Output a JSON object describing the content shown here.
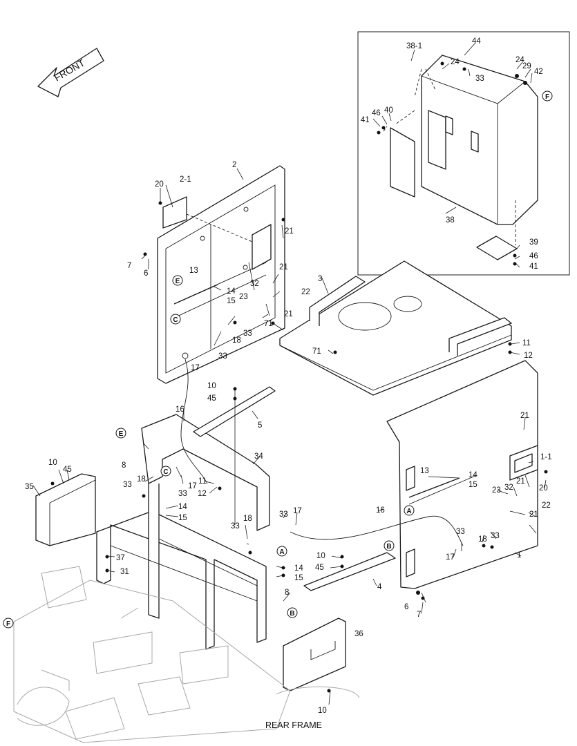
{
  "front_label": "FRONT",
  "rear_frame_label": "REAR FRAME",
  "callouts": {
    "A": "A",
    "B": "B",
    "C": "C",
    "E": "E",
    "F": "F"
  },
  "parts": {
    "p1": "1",
    "p1_1": "1-1",
    "p2": "2",
    "p2_1": "2-1",
    "p3": "3",
    "p4": "4",
    "p5": "5",
    "p6": "6",
    "p7": "7",
    "p8": "8",
    "p10": "10",
    "p11": "11",
    "p12": "12",
    "p13": "13",
    "p14": "14",
    "p15": "15",
    "p16": "16",
    "p17": "17",
    "p18": "18",
    "p20": "20",
    "p21": "21",
    "p22": "22",
    "p23": "23",
    "p24": "24",
    "p29": "29",
    "p31": "31",
    "p32": "32",
    "p33": "33",
    "p34": "34",
    "p35": "35",
    "p36": "36",
    "p37": "37",
    "p38": "38",
    "p38_1": "38-1",
    "p39": "39",
    "p40": "40",
    "p41": "41",
    "p42": "42",
    "p44": "44",
    "p45": "45",
    "p46": "46",
    "p71": "71"
  }
}
